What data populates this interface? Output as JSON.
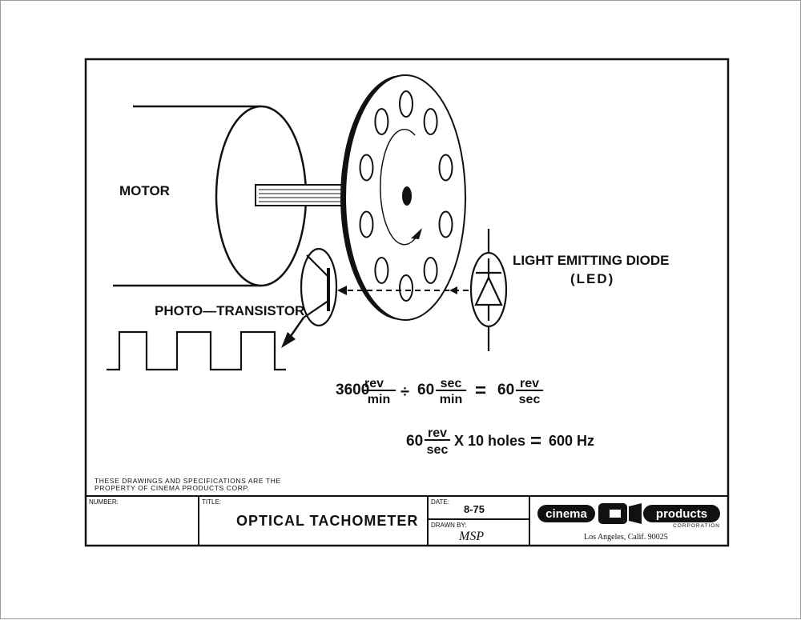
{
  "labels": {
    "motor": "MOTOR",
    "photo_transistor": "PHOTO—TRANSISTOR",
    "led_line1": "LIGHT EMITTING DIODE",
    "led_line2": "(LED)"
  },
  "equation1": {
    "term1_value": "3600",
    "term1_num": "rev",
    "term1_den": "min",
    "divide": "÷",
    "term2_value": "60",
    "term2_num": "sec",
    "term2_den": "min",
    "equals": "=",
    "result_value": "60",
    "result_num": "rev",
    "result_den": "sec"
  },
  "equation2": {
    "value": "60",
    "num": "rev",
    "den": "sec",
    "rest": "X 10 holes",
    "equals": "=",
    "result": "600 Hz"
  },
  "property_note": {
    "line1": "THESE DRAWINGS AND SPECIFICATIONS ARE THE",
    "line2": "PROPERTY OF CINEMA PRODUCTS CORP."
  },
  "title_block": {
    "number_label": "NUMBER:",
    "number_value": "",
    "title_label": "TITLE:",
    "title_value": "OPTICAL TACHOMETER",
    "date_label": "DATE:",
    "date_value": "8-75",
    "drawn_by_label": "DRAWN BY:",
    "drawn_by_value": "MSP",
    "logo_left": "cinema",
    "logo_right": "products",
    "logo_sub": "CORPORATION",
    "address": "Los Angeles, Calif. 90025"
  },
  "disc": {
    "hole_count": 10
  }
}
